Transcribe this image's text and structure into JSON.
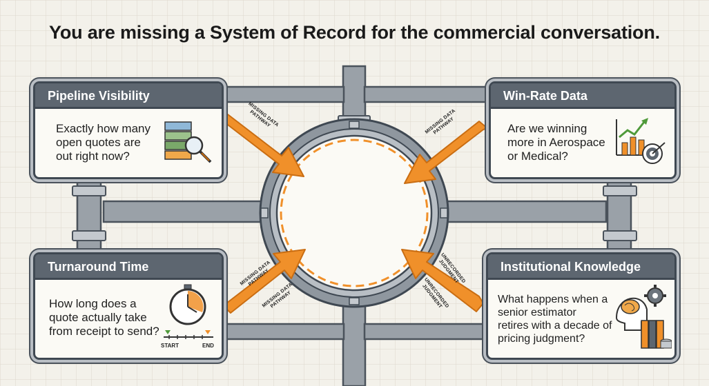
{
  "title": "You are missing a System of Record for the commercial conversation.",
  "cards": {
    "pipeline": {
      "title": "Pipeline Visibility",
      "lines": [
        "Exactly how many",
        "open quotes are",
        "out right now?"
      ]
    },
    "winrate": {
      "title": "Win-Rate Data",
      "lines": [
        "Are we winning",
        "more in Aerospace",
        "or Medical?"
      ]
    },
    "turnaround": {
      "title": "Turnaround Time",
      "lines": [
        "How long does a",
        "quote actually take",
        "from receipt to send?"
      ],
      "timeline_start": "START",
      "timeline_end": "END"
    },
    "knowledge": {
      "title": "Institutional Knowledge",
      "lines": [
        "What happens when a",
        "senior estimator",
        "retires with a decade of",
        "pricing judgment?"
      ]
    }
  },
  "pathway_labels": {
    "top_left": [
      "MISSING DATA",
      "PATHWAY"
    ],
    "top_right": [
      "MISSING DATA",
      "PATHWAY"
    ],
    "bottom_left_a": [
      "MISSING DATA",
      "PATHWAY"
    ],
    "bottom_left_b": [
      "MISSING DATA",
      "PATHWAY"
    ],
    "bottom_right_a": [
      "UNRECORDED",
      "JUDGMENT"
    ],
    "bottom_right_b": [
      "UNRECORDED",
      "JUDGMENT"
    ]
  },
  "colors": {
    "accent": "#f0902a",
    "frame": "#4a525b",
    "header": "#5d6670"
  },
  "icons": {
    "pipeline": "stacked-quotes-magnifier-icon",
    "winrate": "growth-chart-target-icon",
    "turnaround": "stopwatch-timeline-icon",
    "knowledge": "brain-gear-binders-icon"
  }
}
